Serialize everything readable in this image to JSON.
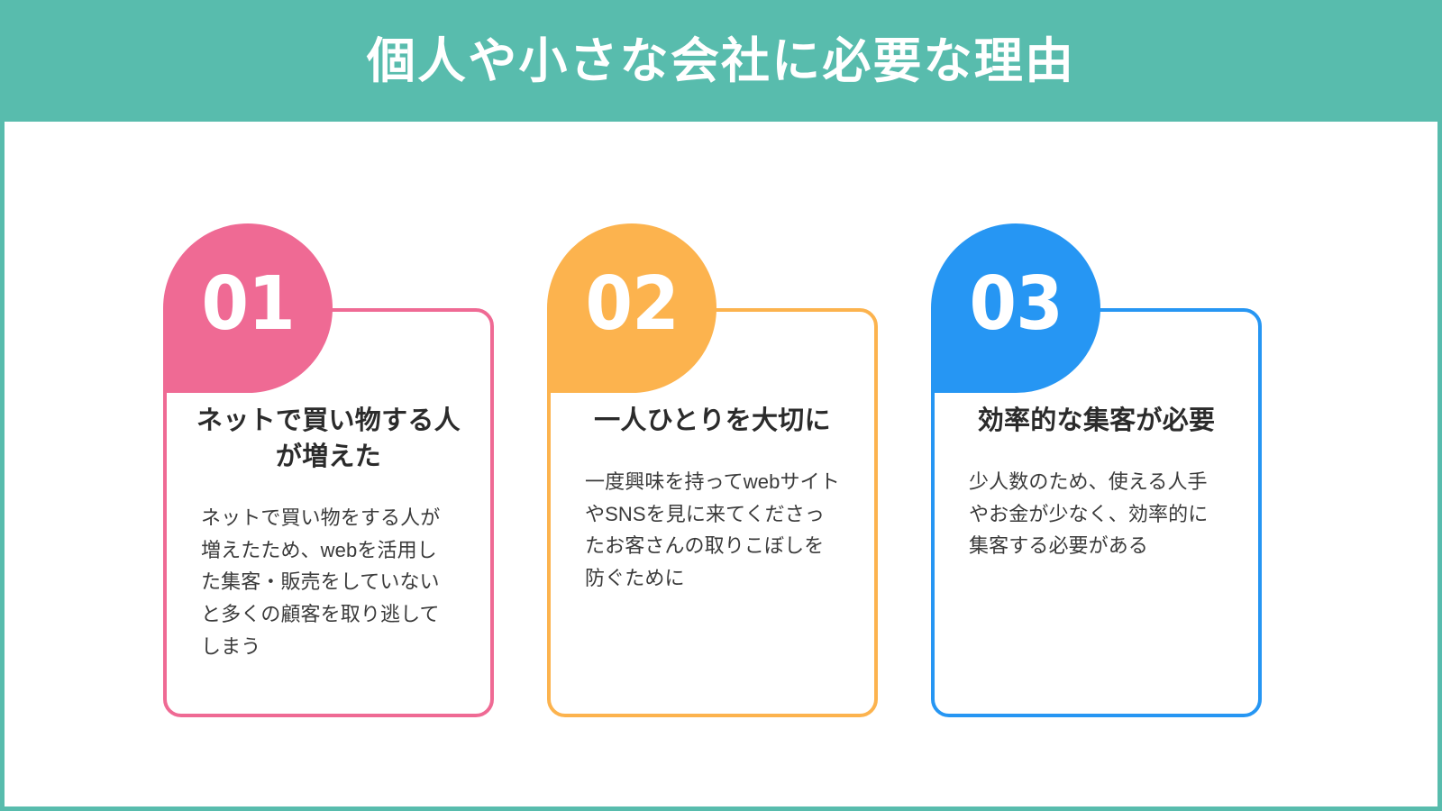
{
  "header": {
    "title": "個人や小さな会社に必要な理由",
    "background_color": "#58BCAD",
    "text_color": "#FFFFFF"
  },
  "frame": {
    "border_color": "#58BCAD",
    "background_color": "#FFFFFF"
  },
  "cards": [
    {
      "number": "01",
      "accent_color": "#EF6A94",
      "title": "ネットで買い物する人が増えた",
      "body": "ネットで買い物をする人が増えたため、webを活用した集客・販売をしていないと多くの顧客を取り逃してしまう"
    },
    {
      "number": "02",
      "accent_color": "#FCB34E",
      "title": "一人ひとりを大切に",
      "body": "一度興味を持ってwebサイトやSNSを見に来てくださったお客さんの取りこぼしを防ぐために"
    },
    {
      "number": "03",
      "accent_color": "#2696F3",
      "title": "効率的な集客が必要",
      "body": "少人数のため、使える人手やお金が少なく、効率的に集客する必要がある"
    }
  ]
}
